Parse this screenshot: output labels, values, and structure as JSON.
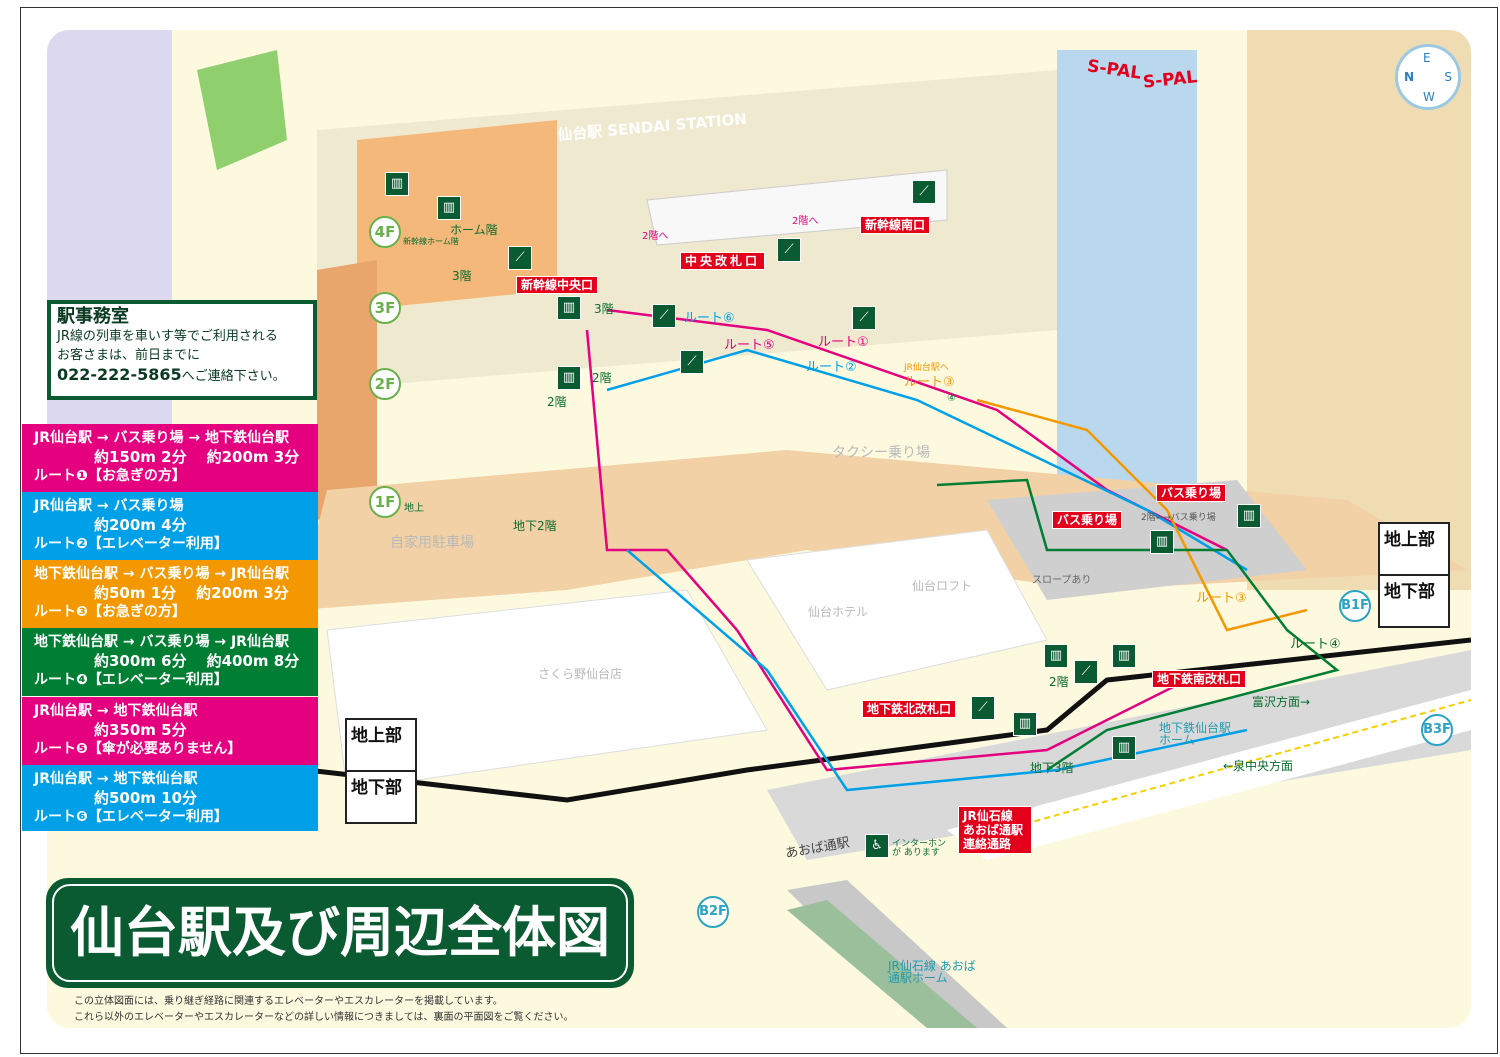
{
  "title": "仙台駅及び周辺全体図",
  "notes": [
    "この立体図面には、乗り継ぎ経路に関連するエレベーターやエスカレーターを掲載しています。",
    "これら以外のエレベーターやエスカレーターなどの詳しい情報につきましては、裏面の平面図をご覧ください。"
  ],
  "office": {
    "title": "駅事務室",
    "line1": "JR線の列車を車いす等でご利用される",
    "line2": "お客さまは、前日までに",
    "phone": "022-222-5865",
    "line3": "へご連絡下さい。"
  },
  "routes": [
    {
      "path": "JR仙台駅 → バス乗り場 → 地下鉄仙台駅",
      "dist": [
        "約150m 2分",
        "約200m 3分"
      ],
      "name": "ルート❶【お急ぎの方】",
      "color": "#e4007f"
    },
    {
      "path": "JR仙台駅 → バス乗り場",
      "dist": [
        "約200m 4分"
      ],
      "name": "ルート❷【エレベーター利用】",
      "color": "#00a0e9"
    },
    {
      "path": "地下鉄仙台駅 → バス乗り場 → JR仙台駅",
      "dist": [
        "約50m 1分",
        "約200m 3分"
      ],
      "name": "ルート❸【お急ぎの方】",
      "color": "#f39800"
    },
    {
      "path": "地下鉄仙台駅 → バス乗り場 → JR仙台駅",
      "dist": [
        "約300m 6分",
        "約400m 8分"
      ],
      "name": "ルート❹【エレベーター利用】",
      "color": "#007f34"
    },
    {
      "path": "JR仙台駅 → 地下鉄仙台駅",
      "dist": [
        "約350m 5分"
      ],
      "name": "ルート❺【傘が必要ありません】",
      "color": "#e4007f"
    },
    {
      "path": "JR仙台駅 → 地下鉄仙台駅",
      "dist": [
        "約500m 10分"
      ],
      "name": "ルート❻【エレベーター利用】",
      "color": "#00a0e9"
    }
  ],
  "levels": {
    "above": "地上部",
    "below": "地下部"
  },
  "station_sign": "仙台駅 SENDAI STATION",
  "spal": [
    "S-PAL",
    "S-PAL"
  ],
  "compass": {
    "n": "N",
    "e": "E",
    "s": "S",
    "w": "W"
  },
  "floors": [
    "4F",
    "3F",
    "2F",
    "1F",
    "B1F",
    "B2F",
    "B3F"
  ],
  "red_labels": {
    "shinkansen_south": "新幹線南口",
    "central_gate": "中央改札口",
    "shinkansen_central": "新幹線中央口",
    "bus1": "バス乗り場",
    "bus2": "バス乗り場",
    "subway_north": "地下鉄北改札口",
    "subway_south": "地下鉄南改札口",
    "senseki": "JR仙石線 あおば通駅 連絡通路"
  },
  "places": {
    "taxi": "タクシー乗り場",
    "parking": "自家用駐車場",
    "loft": "仙台ロフト",
    "hotel": "仙台ホテル",
    "sakurano": "さくら野仙台店"
  },
  "route_labels": {
    "r6": "ルート⑥",
    "r5": "ルート⑤",
    "r1": "ルート①",
    "r2": "ルート②",
    "r3a": "ルート③",
    "r3b": "ルート③",
    "r4": "ルート④",
    "r4b": "④",
    "jr_to": "JR仙台駅へ"
  },
  "misc": {
    "home_floor": "ホーム階",
    "shinkansen_home": "新幹線ホーム階",
    "f3": "3階",
    "f3b": "3階",
    "f2": "2階",
    "f2b": "2階",
    "f2c": "2階",
    "to2a": "2階へ",
    "to2b": "2階へ",
    "b2": "地下2階",
    "ground": "地上",
    "b3": "地下3階",
    "slope": "スロープあり",
    "bus_2f": "2階←→バス乗り場",
    "aoba": "あおば通駅",
    "tomizawa": "富沢方面→",
    "izumi": "←泉中央方面",
    "subway_home": "地下鉄仙台駅 ホーム",
    "senseki_home": "JR仙石線 あおば通駅ホーム",
    "intercom": "インターホンが あります"
  }
}
